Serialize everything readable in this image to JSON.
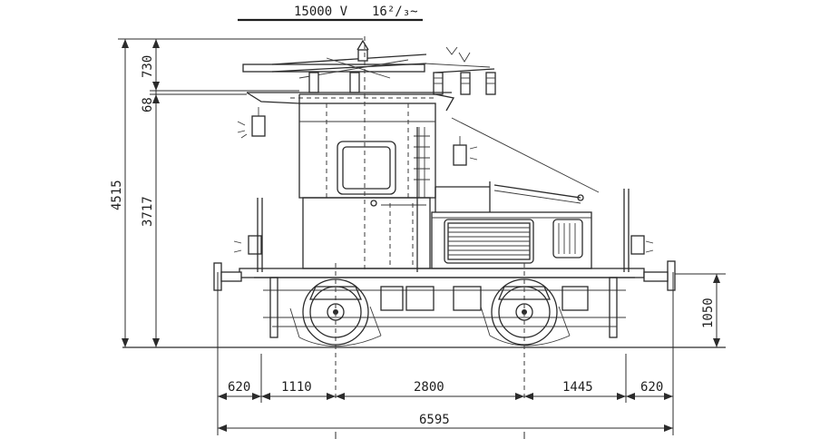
{
  "supply": {
    "voltage": "15000 V",
    "frequency": "16²/₃~"
  },
  "dimensions": {
    "vertical": {
      "pantograph_lowered": "730",
      "roof_offset": "68",
      "overall_height": "4515",
      "body_height": "3717",
      "buffer_height": "1050"
    },
    "horizontal": {
      "overhang_left": "620",
      "buffer_to_axle": "1110",
      "wheelbase": "2800",
      "axle_to_buffer": "1445",
      "overhang_right": "620",
      "overall_length": "6595"
    }
  }
}
